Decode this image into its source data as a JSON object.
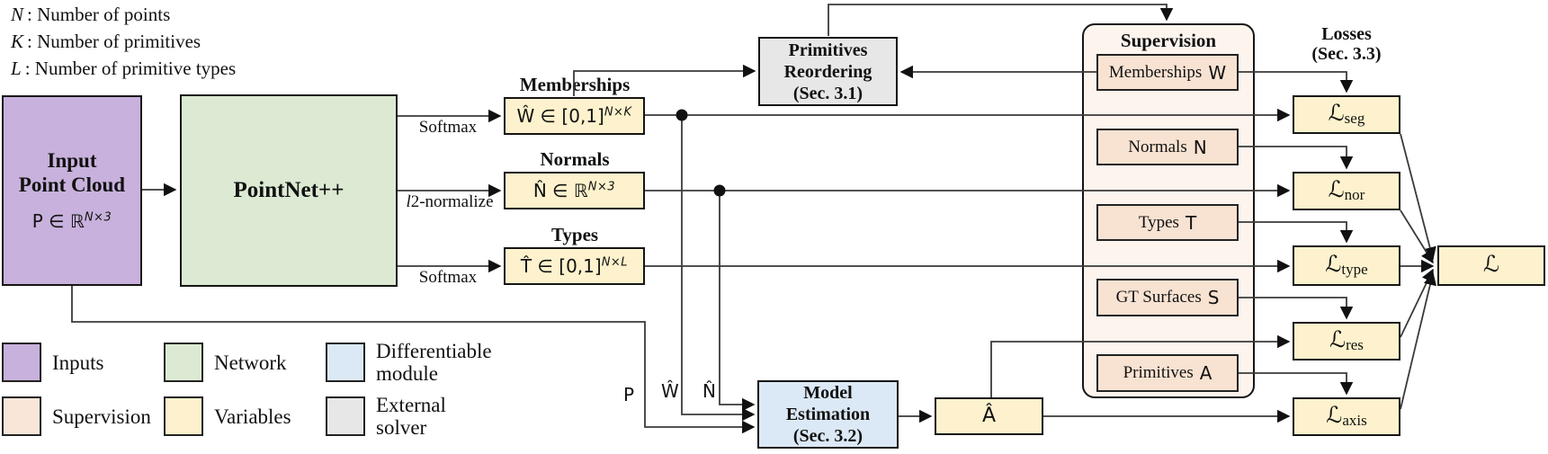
{
  "figure": "ParSeNet-style primitive fitting pipeline diagram",
  "colors": {
    "inputs": "#c8b1dc",
    "network": "#dcead3",
    "variables": "#fdf2cd",
    "differentiable_module": "#dbe8f5",
    "external_solver": "#e7e7e7",
    "supervision_panel": "#fdf4ee",
    "supervision_item": "#f8e2d2",
    "line": "#3a3a3a"
  },
  "key": {
    "items": [
      {
        "symbol": "N",
        "desc": ": Number of points"
      },
      {
        "symbol": "K",
        "desc": ": Number of primitives"
      },
      {
        "symbol": "L",
        "desc": ": Number of primitive types"
      }
    ]
  },
  "input_node": {
    "title1": "Input",
    "title2": "Point Cloud",
    "formula": "P ∈ ℝ",
    "formula_sup": "N×3"
  },
  "network_node": {
    "label": "PointNet++"
  },
  "predictions": {
    "memberships": {
      "heading": "Memberships",
      "formula": "Ŵ ∈ [0,1]",
      "formula_sup": "N×K",
      "edge_label": "Softmax"
    },
    "normals": {
      "heading": "Normals",
      "formula": "N̂ ∈ ℝ",
      "formula_sup": "N×3",
      "edge_label": "l2-normalize"
    },
    "types": {
      "heading": "Types",
      "formula": "T̂ ∈ [0,1]",
      "formula_sup": "N×L",
      "edge_label": "Softmax"
    }
  },
  "reordering_node": {
    "line1": "Primitives",
    "line2": "Reordering",
    "line3": "(Sec. 3.1)"
  },
  "estimation_node": {
    "line1": "Model",
    "line2": "Estimation",
    "line3": "(Sec. 3.2)"
  },
  "a_hat_node": {
    "label": "Â"
  },
  "supervision": {
    "title": "Supervision",
    "items": [
      {
        "label": "Memberships",
        "var": "W"
      },
      {
        "label": "Normals",
        "var": "N"
      },
      {
        "label": "Types",
        "var": "T"
      },
      {
        "label": "GT Surfaces",
        "var": "S"
      },
      {
        "label": "Primitives",
        "var": "A"
      }
    ]
  },
  "losses": {
    "heading1": "Losses",
    "heading2": "(Sec. 3.3)",
    "items": [
      {
        "symbol": "ℒ",
        "sub": "seg"
      },
      {
        "symbol": "ℒ",
        "sub": "nor"
      },
      {
        "symbol": "ℒ",
        "sub": "type"
      },
      {
        "symbol": "ℒ",
        "sub": "res"
      },
      {
        "symbol": "ℒ",
        "sub": "axis"
      }
    ],
    "total": {
      "symbol": "ℒ"
    }
  },
  "wire_labels": {
    "p": "P",
    "w_hat": "Ŵ",
    "n_hat": "N̂"
  },
  "legend": {
    "items": [
      {
        "label": "Inputs"
      },
      {
        "label": "Network"
      },
      {
        "label": "Differentiable module",
        "line1": "Differentiable",
        "line2": "module"
      },
      {
        "label": "Supervision"
      },
      {
        "label": "Variables"
      },
      {
        "label": "External solver",
        "line1": "External",
        "line2": "solver"
      }
    ]
  }
}
